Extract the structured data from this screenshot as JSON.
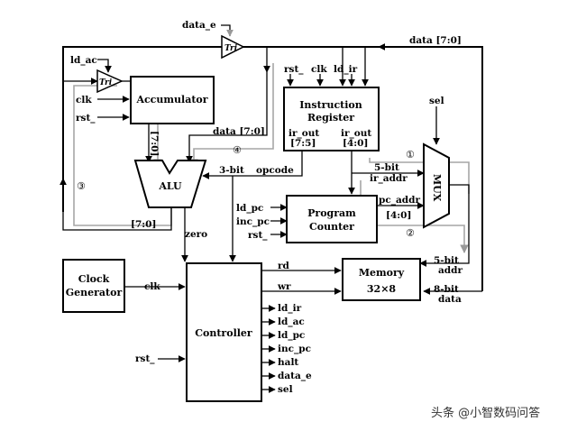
{
  "blocks": {
    "accumulator": "Accumulator",
    "instruction_register_l1": "Instruction",
    "instruction_register_l2": "Register",
    "ir_out_hi": "ir_out",
    "ir_out_hi_bits": "[7:5]",
    "ir_out_lo": "ir_out",
    "ir_out_lo_bits": "[4:0]",
    "alu": "ALU",
    "program_counter_l1": "Program",
    "program_counter_l2": "Counter",
    "memory_l1": "Memory",
    "memory_l2": "32×8",
    "mux": "MUX",
    "clock_generator_l1": "Clock",
    "clock_generator_l2": "Generator",
    "controller": "Controller",
    "tri": "Tri"
  },
  "signals": {
    "data_e": "data_e",
    "data_bus": "data [7:0]",
    "ld_ac": "ld_ac",
    "clk": "clk",
    "rst": "rst_",
    "ld_ir": "ld_ir",
    "sel": "sel",
    "acc_bits": "[7:0]",
    "data_to_alu": "data [7:0]",
    "three_bit": "3-bit",
    "opcode": "opcode",
    "five_bit": "5-bit",
    "ir_addr": "ir_addr",
    "pc_addr": "pc_addr",
    "pc_bits": "[4:0]",
    "alu_out_bits": "[7:0]",
    "ld_pc": "ld_pc",
    "inc_pc": "inc_pc",
    "zero": "zero",
    "mem_five_bit": "5-bit",
    "mem_addr": "addr",
    "mem_eight_bit": "8-bit",
    "mem_data": "data",
    "rd": "rd",
    "wr": "wr",
    "halt": "halt",
    "sel_out": "sel"
  },
  "paths": {
    "p1": "①",
    "p2": "②",
    "p3": "③",
    "p4": "④"
  },
  "watermark": "头条 @小智数码问答"
}
